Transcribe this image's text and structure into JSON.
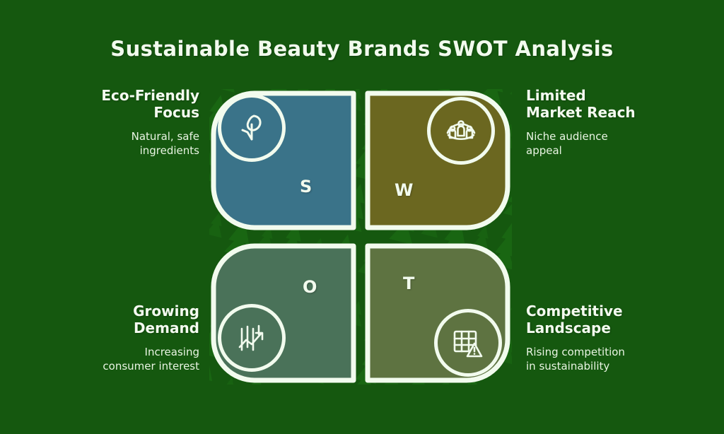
{
  "page": {
    "title": "Sustainable Beauty Brands SWOT Analysis",
    "background_color": "#15580f",
    "outline_color": "#f2fbee"
  },
  "quadrants": {
    "strengths": {
      "letter": "S",
      "heading": "Eco-Friendly Focus",
      "heading_line1": "Eco-Friendly",
      "heading_line2": "Focus",
      "description": "Natural, safe ingredients",
      "description_line1": "Natural, safe",
      "description_line2": "ingredients",
      "color": "#3a7389",
      "icon": "leaf-sprout-icon",
      "position": "top-left"
    },
    "weaknesses": {
      "letter": "W",
      "heading": "Limited Market Reach",
      "heading_line1": "Limited",
      "heading_line2": "Market Reach",
      "description": "Niche audience appeal",
      "description_line1": "Niche audience",
      "description_line2": "appeal",
      "color": "#6b6720",
      "icon": "group-people-icon",
      "position": "top-right"
    },
    "opportunities": {
      "letter": "O",
      "heading": "Growing Demand",
      "heading_line1": "Growing",
      "heading_line2": "Demand",
      "description": "Increasing consumer interest",
      "description_line1": "Increasing",
      "description_line2": "consumer interest",
      "color": "#4a7259",
      "icon": "growth-chart-icon",
      "position": "bottom-left"
    },
    "threats": {
      "letter": "T",
      "heading": "Competitive Landscape",
      "heading_line1": "Competitive",
      "heading_line2": "Landscape",
      "description": "Rising competition in sustainability",
      "description_line1": "Rising competition",
      "description_line2": "in sustainability",
      "color": "#5e7341",
      "icon": "grid-warning-icon",
      "position": "bottom-right"
    }
  }
}
